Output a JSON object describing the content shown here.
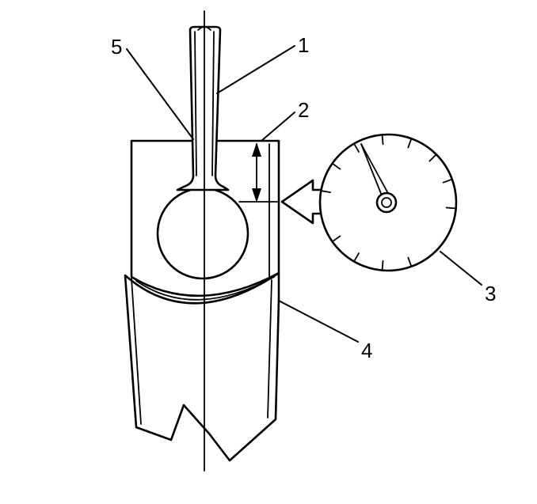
{
  "callouts": {
    "c1": "1",
    "c2": "2",
    "c3": "3",
    "c4": "4",
    "c5": "5"
  },
  "colors": {
    "stroke": "#000000",
    "background": "#ffffff"
  }
}
